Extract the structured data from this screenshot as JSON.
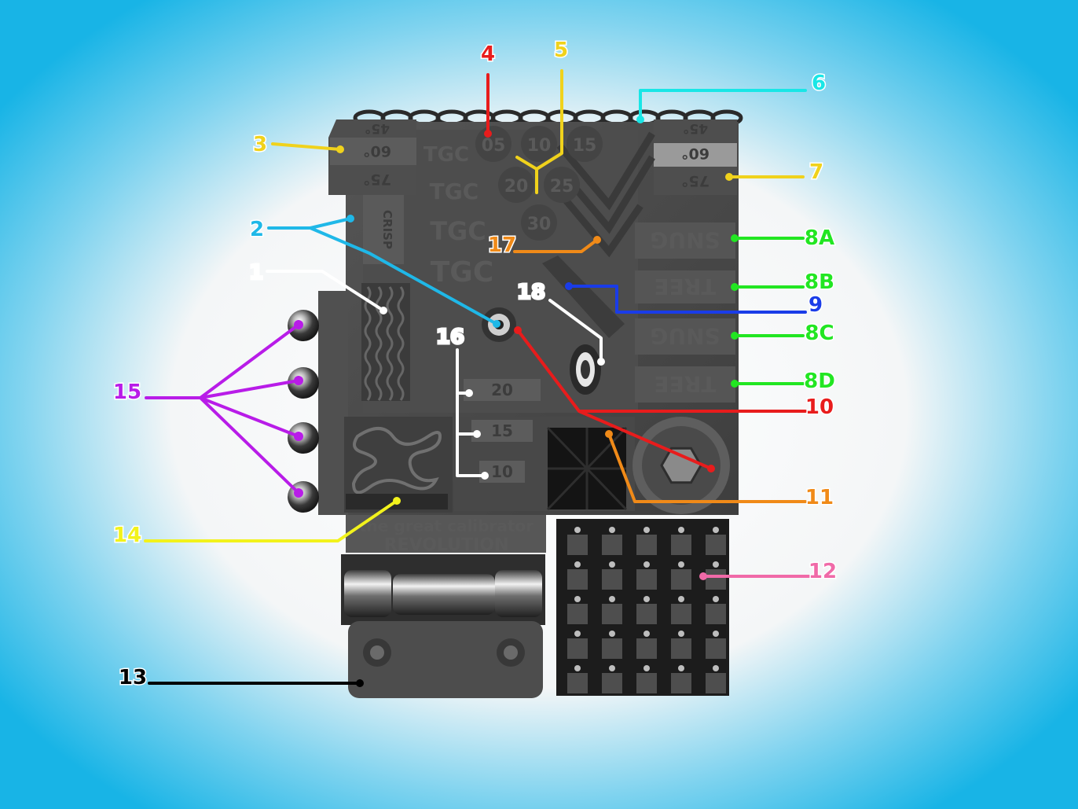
{
  "colors": {
    "background_outer": "#18b4e6",
    "background_inner": "#ffffff",
    "plate": "#4a4a4a",
    "plate_dark": "#2c2c2c",
    "plate_light": "#6a6a6a"
  },
  "model": {
    "brand_lines": [
      "TGC",
      "TGC",
      "TGC",
      "TGC"
    ],
    "footer_title": "the great calibrator",
    "footer_subtitle": "REVOLUTION",
    "crisp_text": "CRISP",
    "left_angle_tower": [
      "45°",
      "60°",
      "75°"
    ],
    "right_angle_tower": [
      "45°",
      "60°",
      "75°"
    ],
    "discs": [
      "05",
      "10",
      "15",
      "20",
      "25",
      "30"
    ],
    "snug_tree_labels": [
      "SNUG",
      "TREE",
      "SNUG",
      "TREE"
    ],
    "bridge_numbers": [
      "20",
      "15",
      "10"
    ]
  },
  "callouts": [
    {
      "label": "1",
      "color": "#ffffff"
    },
    {
      "label": "2",
      "color": "#1fb8e8"
    },
    {
      "label": "3",
      "color": "#f0d21c"
    },
    {
      "label": "4",
      "color": "#e81c1c"
    },
    {
      "label": "5",
      "color": "#f0d21c"
    },
    {
      "label": "6",
      "color": "#19e6e6"
    },
    {
      "label": "7",
      "color": "#f0d21c"
    },
    {
      "label": "8A",
      "color": "#22e622"
    },
    {
      "label": "8B",
      "color": "#22e622"
    },
    {
      "label": "9",
      "color": "#1a3ce8"
    },
    {
      "label": "8C",
      "color": "#22e622"
    },
    {
      "label": "8D",
      "color": "#22e622"
    },
    {
      "label": "10",
      "color": "#e81c1c"
    },
    {
      "label": "11",
      "color": "#f08a18"
    },
    {
      "label": "12",
      "color": "#f06aa8"
    },
    {
      "label": "13",
      "color": "#000000"
    },
    {
      "label": "14",
      "color": "#f2f21c"
    },
    {
      "label": "15",
      "color": "#b81ce8"
    },
    {
      "label": "16",
      "color": "#ffffff"
    },
    {
      "label": "17",
      "color": "#f08a18"
    },
    {
      "label": "18",
      "color": "#ffffff"
    }
  ]
}
